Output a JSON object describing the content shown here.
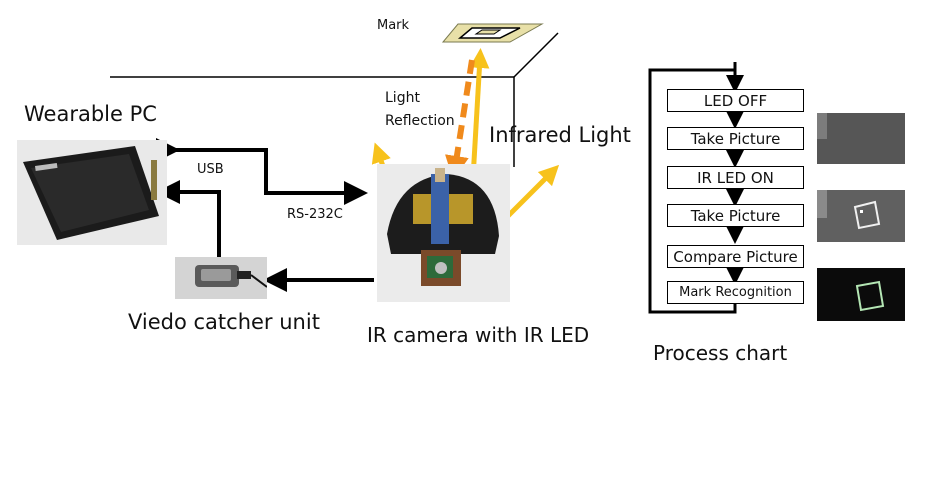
{
  "labels": {
    "wearable_pc": "Wearable PC",
    "usb": "USB",
    "rs232c": "RS-232C",
    "video_catcher": "Viedo catcher unit",
    "ir_camera": "IR camera with IR LED",
    "mark": "Mark",
    "light_reflection_1": "Light",
    "light_reflection_2": "Reflection",
    "infrared_light": "Infrared Light",
    "process_chart": "Process chart"
  },
  "process_steps": [
    "LED OFF",
    "Take Picture",
    "IR LED ON",
    "Take Picture",
    "Compare Picture",
    "Mark Recognition"
  ],
  "colors": {
    "arrow_black": "#000000",
    "light_yellow": "#f7c21c",
    "reflection_orange": "#f08a1c",
    "mark_fill": "#e8e0a8"
  }
}
